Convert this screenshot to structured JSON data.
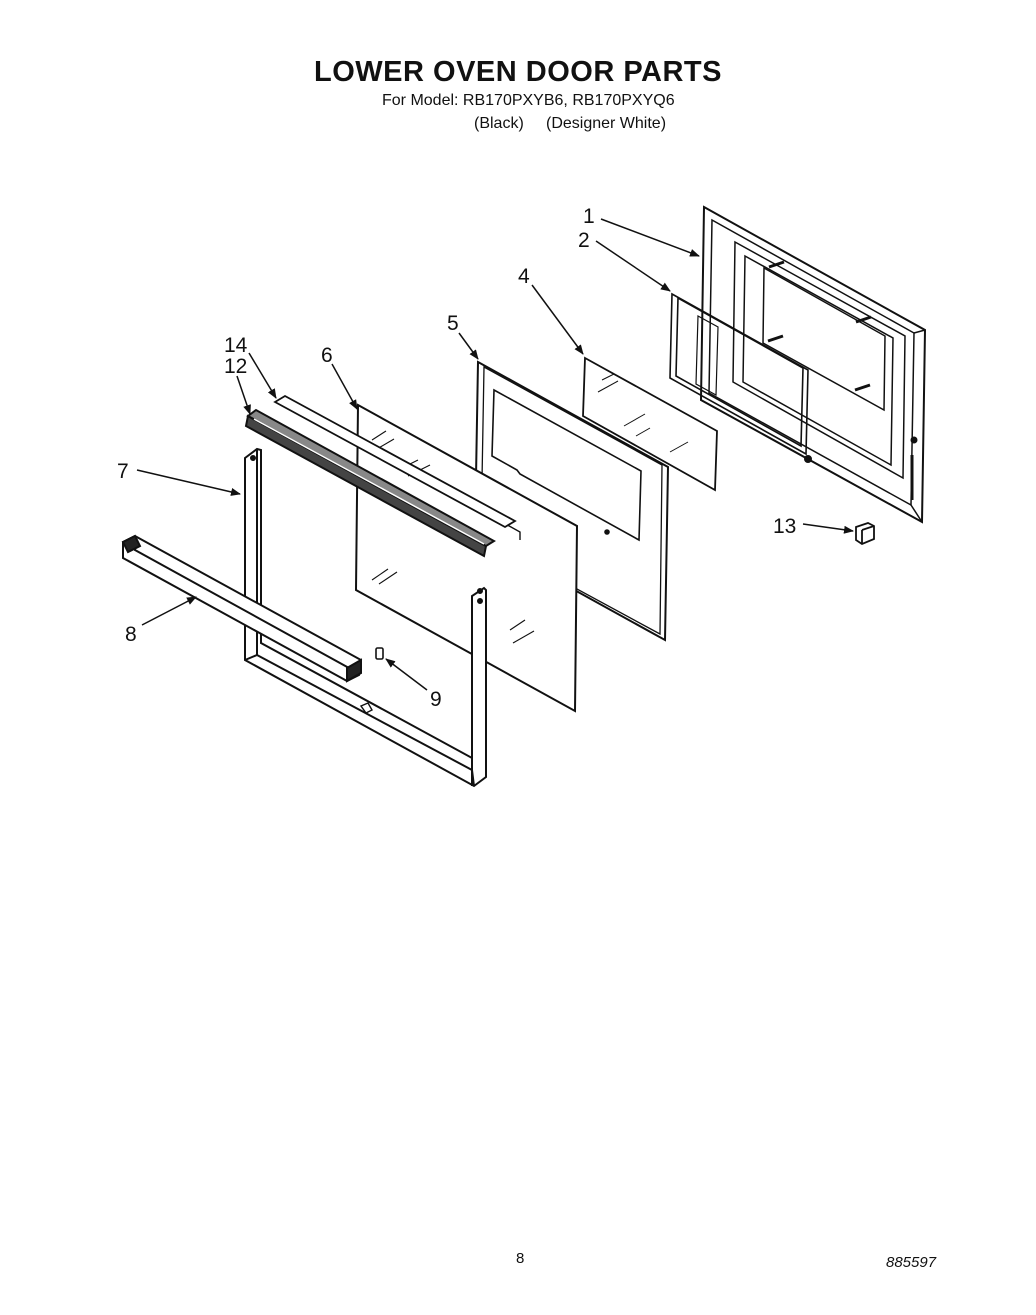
{
  "header": {
    "title": "LOWER OVEN DOOR PARTS",
    "model_line": "For Model: RB170PXYB6, RB170PXYQ6",
    "variant_1": "(Black)",
    "variant_2": "(Designer White)"
  },
  "callouts": {
    "c1": "1",
    "c2": "2",
    "c4": "4",
    "c5": "5",
    "c6": "6",
    "c7": "7",
    "c8": "8",
    "c9": "9",
    "c12": "12",
    "c13": "13",
    "c14": "14"
  },
  "footer": {
    "page_number": "8",
    "document_number": "885597"
  }
}
